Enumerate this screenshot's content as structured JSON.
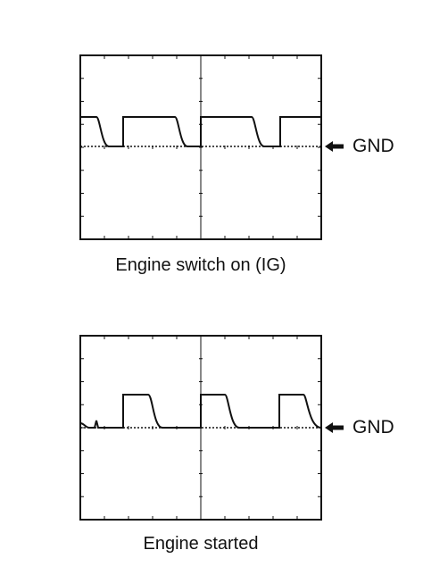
{
  "colors": {
    "trace": "#111111",
    "frame": "#111111",
    "background": "#ffffff"
  },
  "marker_icon": "arrow-left-icon",
  "scopes": [
    {
      "caption": "Engine switch on (IG)",
      "gnd_label": "GND"
    },
    {
      "caption": "Engine started",
      "gnd_label": "GND"
    }
  ]
}
